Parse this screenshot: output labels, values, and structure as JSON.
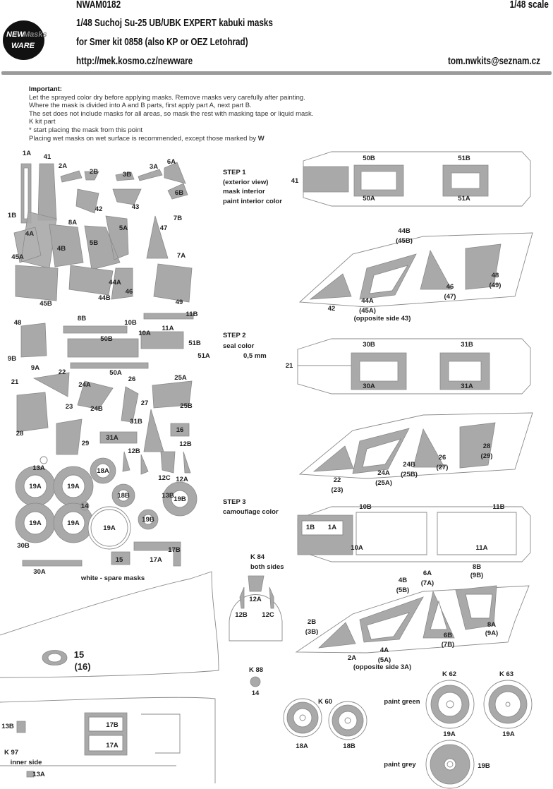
{
  "header": {
    "code": "NWAM0182",
    "scale": "1/48 scale",
    "title": "1/48 Suchoj Su-25 UB/UBK EXPERT kabuki masks",
    "subtitle": "for Smer kit 0858 (also KP or OEZ Letohrad)",
    "url": "http://mek.kosmo.cz/newware",
    "email": "tom.nwkits@seznam.cz",
    "logo": {
      "line1": "NEW",
      "line2": "Masks",
      "line3": "WARE"
    }
  },
  "important": {
    "title": "Important:",
    "lines": [
      "Let the sprayed color dry before applying masks. Remove masks very carefully after painting.",
      "Where the mask is divided into A and B parts, first apply part A, next part B.",
      "The set does not include masks for all areas, so mask the rest with masking tape or liquid mask.",
      "K kit part",
      "*  start placing the mask from this point",
      "Placing wet masks on wet surface is recommended, except those marked by"
    ],
    "w_mark": "W"
  },
  "colors": {
    "mask_grey": "#a9a9a9",
    "outline": "#8a8a8a"
  },
  "sheet_labels": [
    "1A",
    "41",
    "2A",
    "2B",
    "3B",
    "3A",
    "6A",
    "1B",
    "6B",
    "42",
    "43",
    "8A",
    "7B",
    "5A",
    "47",
    "4A",
    "5B",
    "4B",
    "7A",
    "45A",
    "44A",
    "46",
    "49",
    "45B",
    "44B",
    "11B",
    "8B",
    "10B",
    "48",
    "10A",
    "11A",
    "51B",
    "50B",
    "9B",
    "51A",
    "9A",
    "22",
    "50A",
    "26",
    "25A",
    "21",
    "24A",
    "27",
    "25B",
    "23",
    "24B",
    "31B",
    "16",
    "28",
    "29",
    "31A",
    "12B",
    "12B",
    "13A",
    "18A",
    "12C",
    "12A",
    "19A",
    "19A",
    "18B",
    "13B",
    "14",
    "19B",
    "19A",
    "19A",
    "19A",
    "19B",
    "30B",
    "17B",
    "15",
    "17A",
    "30A",
    "white - spare masks"
  ],
  "steps": {
    "step1": [
      "STEP 1",
      "(exterior view)",
      "mask interior",
      "paint interior color"
    ],
    "step2": [
      "STEP 2",
      "seal color",
      "0,5 mm"
    ],
    "step3": [
      "STEP 3",
      "camouflage  color"
    ]
  },
  "diagram_labels": [
    "41",
    "50B",
    "51B",
    "50A",
    "51A",
    "44B",
    "(45B)",
    "48",
    "(49)",
    "46",
    "(47)",
    "44A",
    "(45A)",
    "42",
    "(opposite side 43)",
    "21",
    "30B",
    "31B",
    "30A",
    "31A",
    "28",
    "(29)",
    "26",
    "(27)",
    "24B",
    "(25B)",
    "24A",
    "(25A)",
    "22",
    "(23)",
    "10B",
    "11B",
    "1B",
    "1A",
    "10A",
    "11A",
    "K 84",
    "both sides",
    "12A",
    "12B",
    "12C",
    "4B",
    "(5B)",
    "6A",
    "(7A)",
    "8B",
    "(9B)",
    "2B",
    "(3B)",
    "6B",
    "(7B)",
    "8A",
    "(9A)",
    "4A",
    "(5A)",
    "2A",
    "(opposite side 3A)",
    "K 88",
    "14",
    "K 60",
    "18A",
    "18B",
    "K 62",
    "K 63",
    "paint green",
    "19A",
    "19A",
    "paint grey",
    "19B",
    "15",
    "(16)",
    "13B",
    "17B",
    "17A",
    "K 97",
    "inner side",
    "13A"
  ]
}
